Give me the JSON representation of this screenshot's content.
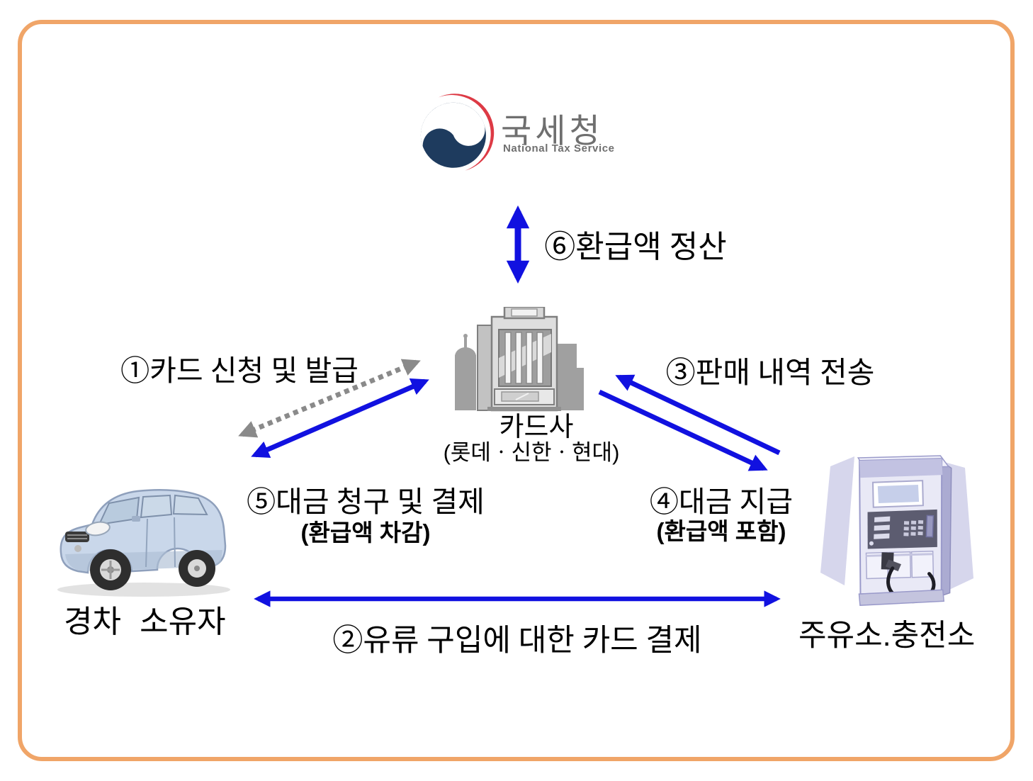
{
  "colors": {
    "frame_orange": "#F0A568",
    "arrow_blue": "#1111E0",
    "arrow_gray": "#8A8A8A",
    "logo_navy": "#1E3B5E",
    "logo_red": "#DD3A45",
    "nts_text_gray": "#6F6F6F"
  },
  "nts": {
    "name": "국세청",
    "subtitle": "National Tax Service"
  },
  "card_company": {
    "label": "카드사",
    "sublabel": "(롯데ㆍ신한ㆍ현대)"
  },
  "car_owner": {
    "label": "경차 소유자"
  },
  "station": {
    "label": "주유소.충전소"
  },
  "flows": {
    "f1": {
      "label": "①카드 신청 및 발급"
    },
    "f2": {
      "label": "②유류 구입에 대한 카드 결제"
    },
    "f3": {
      "label": "③판매 내역 전송"
    },
    "f4": {
      "label": "④대금 지급",
      "sublabel": "(환급액 포함)"
    },
    "f5": {
      "label": "⑤대금 청구 및 결제",
      "sublabel": "(환급액 차감)"
    },
    "f6": {
      "label": "⑥환급액 정산"
    }
  }
}
